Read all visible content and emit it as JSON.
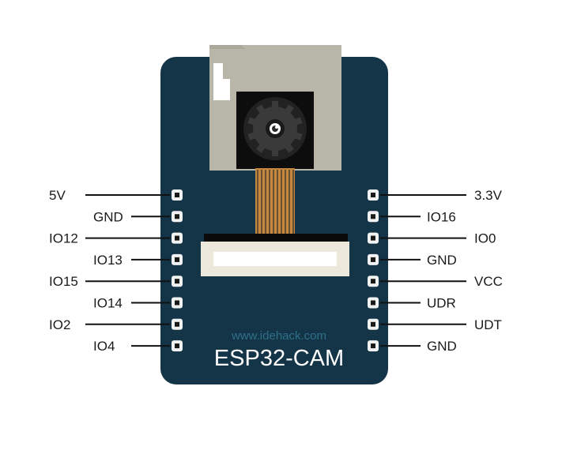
{
  "board": {
    "title": "ESP32-CAM",
    "watermark": "www.idehack.com",
    "colors": {
      "pcb": "#133547",
      "sd_card": "#b7b6a9",
      "camera_body": "#0d0d0d",
      "ribbon": "#c6873e",
      "connector": "#ece9dc",
      "watermark": "#2f6f88",
      "pin_pad": "#f2f2f2",
      "line": "#111111"
    }
  },
  "pins": {
    "left": [
      {
        "label": "5V",
        "offset": "far"
      },
      {
        "label": "GND",
        "offset": "near"
      },
      {
        "label": "IO12",
        "offset": "far"
      },
      {
        "label": "IO13",
        "offset": "near"
      },
      {
        "label": "IO15",
        "offset": "far"
      },
      {
        "label": "IO14",
        "offset": "near"
      },
      {
        "label": "IO2",
        "offset": "far"
      },
      {
        "label": "IO4",
        "offset": "near"
      }
    ],
    "right": [
      {
        "label": "3.3V",
        "offset": "far"
      },
      {
        "label": "IO16",
        "offset": "near"
      },
      {
        "label": "IO0",
        "offset": "far"
      },
      {
        "label": "GND",
        "offset": "near"
      },
      {
        "label": "VCC",
        "offset": "far"
      },
      {
        "label": "UDR",
        "offset": "near"
      },
      {
        "label": "UDT",
        "offset": "far"
      },
      {
        "label": "GND",
        "offset": "near"
      }
    ]
  }
}
